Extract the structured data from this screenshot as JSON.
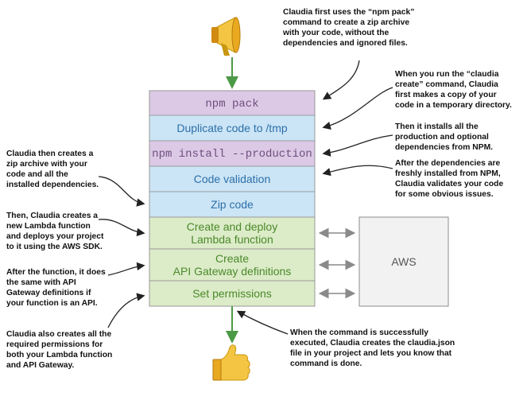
{
  "steps": [
    {
      "label": "npm pack",
      "color": "#dcc9e6"
    },
    {
      "label": "Duplicate code to /tmp",
      "color": "#cbe5f6"
    },
    {
      "label": "npm install --production",
      "color": "#dcc9e6"
    },
    {
      "label": "Code validation",
      "color": "#cbe5f6"
    },
    {
      "label": "Zip code",
      "color": "#cbe5f6"
    },
    {
      "label_line1": "Create and deploy",
      "label_line2": "Lambda function",
      "color": "#dcebc8"
    },
    {
      "label_line1": "Create",
      "label_line2": "API Gateway definitions",
      "color": "#dcebc8"
    },
    {
      "label": "Set permissions",
      "color": "#dcebc8"
    }
  ],
  "aws": {
    "label": "AWS"
  },
  "icons": {
    "start": "megaphone-icon",
    "end": "thumbs-up-icon"
  },
  "notes_right": [
    {
      "lines": [
        "Claudia first uses the “npm pack”",
        "command to create a zip archive",
        "with your code, without the",
        "dependencies and ignored files."
      ]
    },
    {
      "lines": [
        "When you run the “claudia",
        "create” command, Claudia",
        "first makes a copy of your",
        "code in a temporary directory."
      ]
    },
    {
      "lines": [
        "Then it installs all the",
        "production and optional",
        "dependencies from NPM."
      ]
    },
    {
      "lines": [
        "After the dependencies are",
        "freshly installed from NPM,",
        "Claudia validates your code",
        "for some obvious issues."
      ]
    },
    {
      "lines": [
        "When the command is successfully",
        "executed, Claudia creates the claudia.json",
        "file in your project and lets you know that",
        "command is done."
      ]
    }
  ],
  "notes_left": [
    {
      "lines": [
        "Claudia then creates a",
        "zip archive with your",
        "code and all the",
        "installed dependencies."
      ]
    },
    {
      "lines": [
        "Then, Claudia creates a",
        "new Lambda function",
        "and deploys your project",
        "to it using the AWS SDK."
      ]
    },
    {
      "lines": [
        "After the function, it does",
        "the same with API",
        "Gateway definitions if",
        "your function is an API."
      ]
    },
    {
      "lines": [
        "Claudia also creates all the",
        "required permissions for",
        "both your Lambda function",
        "and API Gateway."
      ]
    }
  ]
}
